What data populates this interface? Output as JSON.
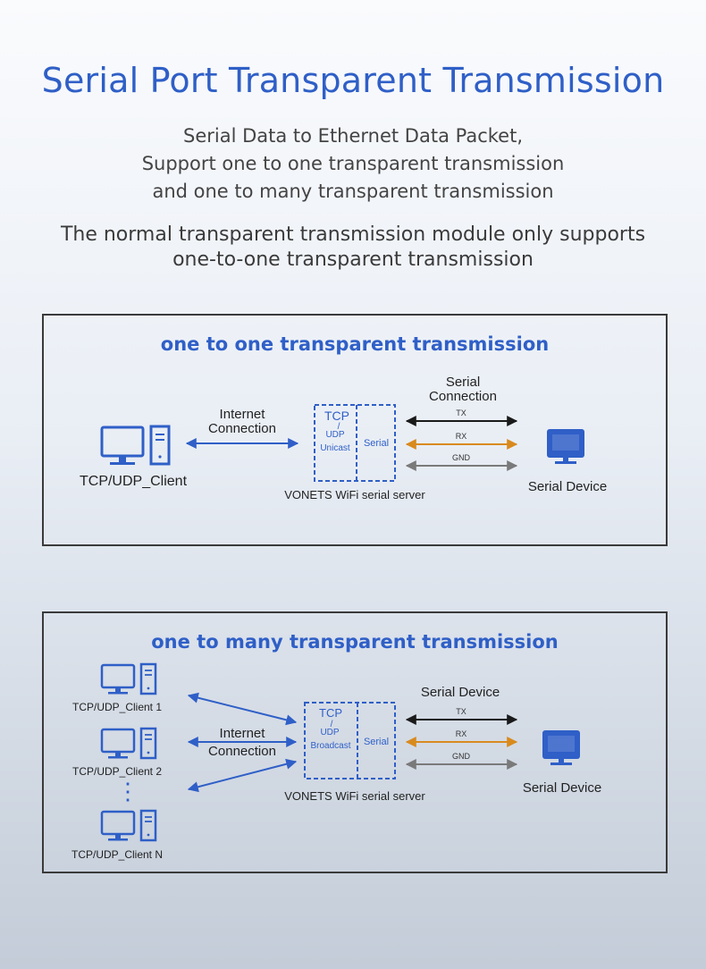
{
  "title": "Serial Port Transparent Transmission",
  "subtitle_lines": [
    "Serial Data to Ethernet Data Packet,",
    "Support one to one transparent transmission",
    "and one to many transparent transmission"
  ],
  "note_lines": [
    "The normal transparent transmission module only supports",
    "one-to-one transparent transmission"
  ],
  "colors": {
    "accent": "#2f5fc7",
    "tx": "#1a1a1a",
    "rx": "#d98a1e",
    "gnd": "#7a7a7a"
  },
  "panel1": {
    "title": "one to one transparent transmission",
    "client_label": "TCP/UDP_Client",
    "internet_label": "Internet\nConnection",
    "serial_conn_label": "Serial\nConnection",
    "box_tcp": "TCP",
    "box_slash": "/",
    "box_udp": "UDP",
    "box_mode": "Unicast",
    "box_serial": "Serial",
    "server_label": "VONETS WiFi serial server",
    "lines": [
      "TX",
      "RX",
      "GND"
    ],
    "device_label": "Serial Device"
  },
  "panel2": {
    "title": "one to many transparent transmission",
    "clients": [
      "TCP/UDP_Client 1",
      "TCP/UDP_Client 2",
      "TCP/UDP_Client N"
    ],
    "ellipsis": "⋮",
    "internet_label": "Internet\nConnection",
    "serial_conn_label": "Serial Device",
    "box_tcp": "TCP",
    "box_slash": "/",
    "box_udp": "UDP",
    "box_mode": "Broadcast",
    "box_serial": "Serial",
    "server_label": "VONETS WiFi serial server",
    "lines": [
      "TX",
      "RX",
      "GND"
    ],
    "device_label": "Serial Device"
  }
}
